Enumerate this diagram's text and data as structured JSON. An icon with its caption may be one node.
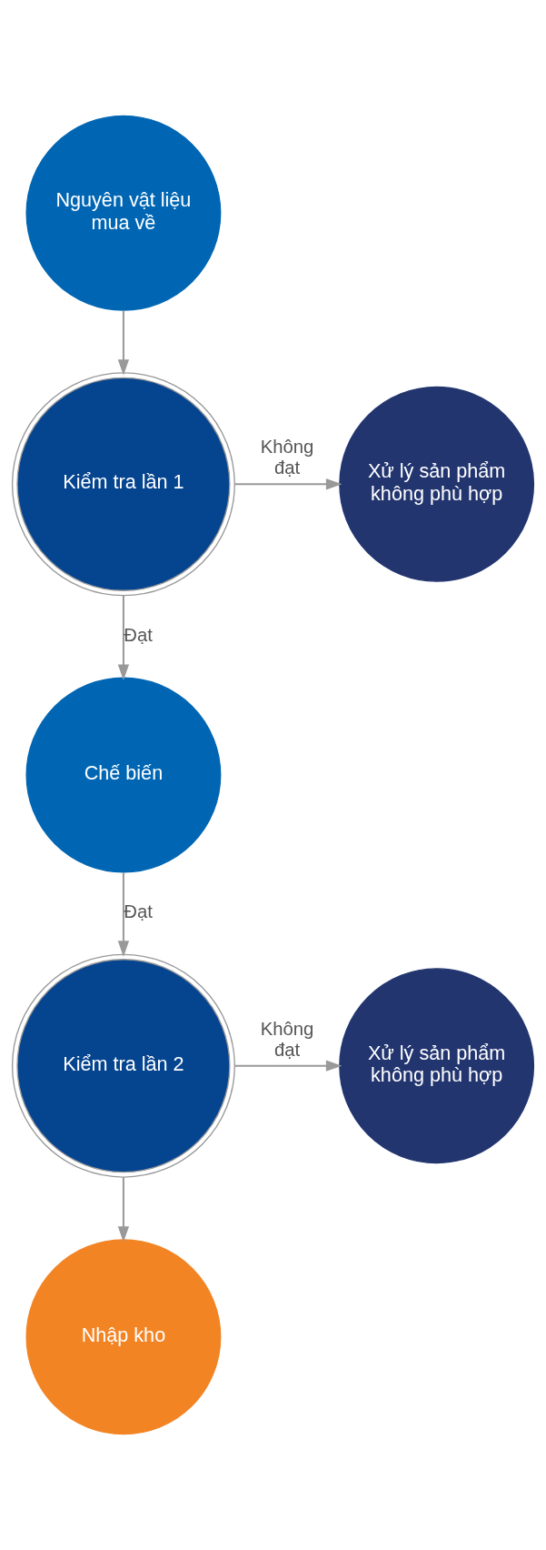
{
  "diagram": {
    "nodes": [
      {
        "text": [
          "Nguyên vật liệu mua về"
        ]
      },
      {
        "text": [
          "Kiểm tra lần 1"
        ]
      },
      {
        "text": [
          "Xử lý sản phẩm không phù hợp"
        ]
      },
      {
        "text": [
          "Chế biến"
        ]
      },
      {
        "text": [
          "Kiểm tra lần 2"
        ]
      },
      {
        "text": [
          "Xử lý sản phẩm không phù hợp"
        ]
      },
      {
        "text": [
          "Nhập kho"
        ]
      }
    ],
    "edges": [
      {
        "from": 0,
        "to": 1,
        "arrow": "to"
      },
      {
        "from": 1,
        "to": 2,
        "arrow": "to",
        "label": "Không đạt"
      },
      {
        "from": 1,
        "to": 3,
        "arrow": "to",
        "label": "Đạt"
      },
      {
        "from": 3,
        "to": 4,
        "arrow": "to",
        "label": "Đạt"
      },
      {
        "from": 4,
        "to": 5,
        "arrow": "to",
        "label": "Không đạt"
      },
      {
        "from": 4,
        "to": 6,
        "arrow": "to"
      }
    ]
  }
}
